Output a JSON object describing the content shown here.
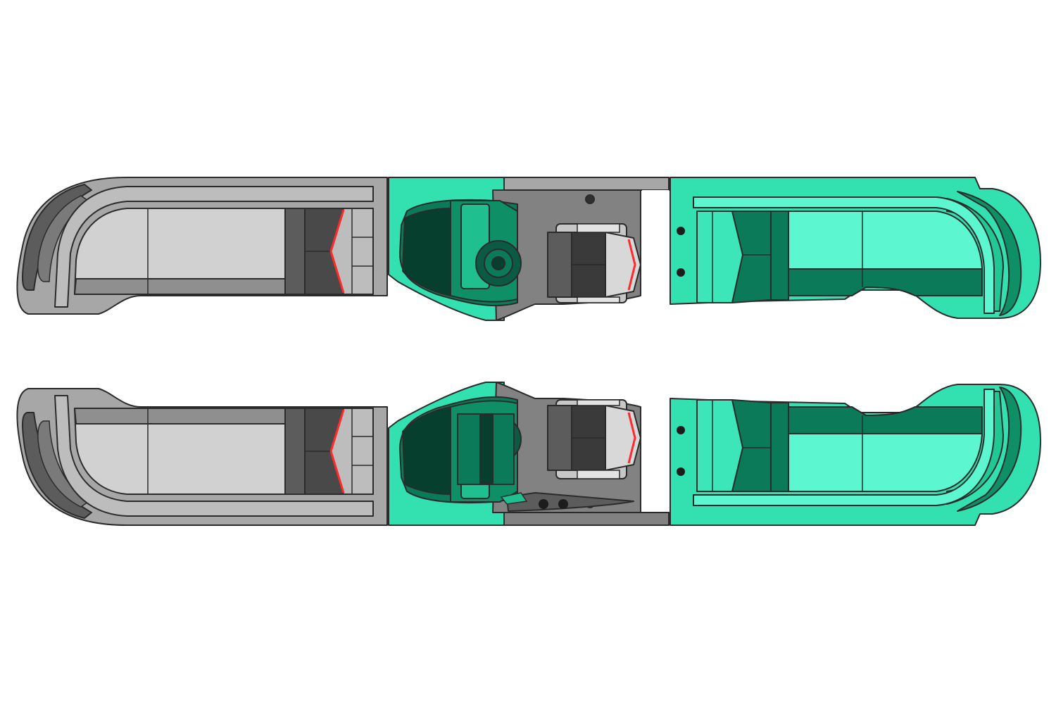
{
  "diagram": {
    "description_visible_text": "",
    "colors": {
      "background": "#ffffff",
      "gray_base": "#a7a7a7",
      "gray_light": "#d1d1d1",
      "gray_mid": "#8f8f8f",
      "gray_dark": "#5c5c5c",
      "gray_darker": "#494949",
      "helm_gray": "#828282",
      "teal_light": "#5cf7d0",
      "teal_base": "#33e0b0",
      "teal_mid": "#21c795",
      "teal_dark": "#0b7a58",
      "teal_darker": "#063f2d",
      "accent_red": "#ff2a2a",
      "outline": "#2b2b2b"
    },
    "panels": [
      {
        "id": "top-panel",
        "orientation": "normal"
      },
      {
        "id": "bottom-panel",
        "orientation": "mirrored"
      }
    ]
  }
}
